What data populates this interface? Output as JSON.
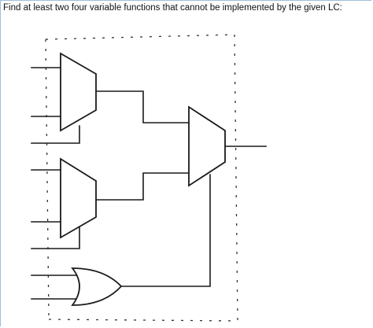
{
  "question": {
    "text": "Find at least two four variable functions that cannot be implemented by the given LC:"
  },
  "diagram": {
    "components": [
      "mux-top-left",
      "mux-bottom-left",
      "mux-output",
      "or-gate",
      "logic-cell-boundary"
    ]
  }
}
